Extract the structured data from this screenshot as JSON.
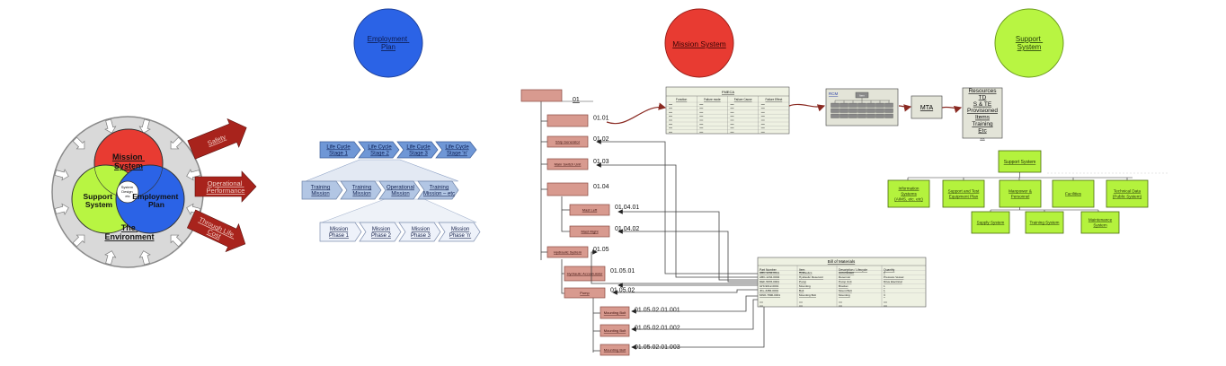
{
  "left_section": {
    "mission_system": [
      "Mission",
      "System"
    ],
    "support_system": [
      "Support",
      "System"
    ],
    "employment_plan": [
      "Employment",
      "Plan"
    ],
    "system_design": [
      "System",
      "Design",
      "etc"
    ],
    "environment": [
      "The",
      "Environment"
    ],
    "arrows": [
      {
        "lines": [
          "Safety"
        ]
      },
      {
        "lines": [
          "Operational",
          "Performance"
        ]
      },
      {
        "lines": [
          "Through Life",
          "Cost"
        ]
      }
    ]
  },
  "employment_plan": {
    "title": [
      "Employment",
      "Plan"
    ],
    "stages": [
      [
        "Life Cycle",
        "Stage 1"
      ],
      [
        "Life Cycle",
        "Stage 2"
      ],
      [
        "Life Cycle",
        "Stage 3"
      ],
      [
        "Life Cycle",
        "Stage 'n'"
      ]
    ],
    "missions": [
      [
        "Training",
        "Mission"
      ],
      [
        "Training",
        "Mission"
      ],
      [
        "Operational",
        "Mission"
      ],
      [
        "Training",
        "Mission – etc"
      ]
    ],
    "phases": [
      [
        "Mission",
        "Phase 1"
      ],
      [
        "Mission",
        "Phase 2"
      ],
      [
        "Mission",
        "Phase 3"
      ],
      [
        "Mission",
        "Phase 'n'"
      ]
    ]
  },
  "mission_system": {
    "title": "Mission System",
    "root_code": "01",
    "nodes": [
      {
        "code": "01.01",
        "text": ""
      },
      {
        "code": "01.02",
        "text": "Ship Generator"
      },
      {
        "code": "01.03",
        "text": "Main Switch Unit"
      },
      {
        "code": "01.04",
        "text": ""
      },
      {
        "code": "01.04.01",
        "text": "Mast Left"
      },
      {
        "code": "01.04.02",
        "text": "Mast Right"
      },
      {
        "code": "01.05",
        "text": "Hydraulic System"
      },
      {
        "code": "01.05.01",
        "text": "Hydraulic Accumulator"
      },
      {
        "code": "01.05.02",
        "text": "Pump"
      },
      {
        "code": "01.05.02.01.001",
        "text": "Mounting Bolt"
      },
      {
        "code": "01.05.02.01.002",
        "text": "Mounting Bolt"
      },
      {
        "code": "01.05.02.01.003",
        "text": "Mounting Bolt"
      }
    ],
    "fmeca": {
      "title": "FMECA",
      "headers": [
        "Function",
        "Failure mode",
        "Failure Cause",
        "Failure Effect"
      ]
    },
    "rcm": {
      "label": "RCM",
      "top": "Item"
    },
    "mta": "MTA",
    "resources": [
      "Resources",
      "TD",
      "S & TE",
      "Provisioned",
      "Items",
      "Training",
      "Etc",
      "..."
    ],
    "bom": {
      "title": "Bill of Materials",
      "headers": [
        "Part Number",
        "Item",
        "Description / Lifecycle",
        "Quantity"
      ],
      "rows": [
        [
          "ABC-1234-0001",
          "Hydraulics",
          "Accumulator",
          "1"
        ],
        [
          "ABC-1234-0002",
          "Hydraulic Reservoir",
          "Reservoir",
          "Pressure Vessel"
        ],
        [
          "DEF-5678-0001",
          "Pump",
          "Pump Unit",
          "Drive Electrical"
        ],
        [
          "GHI-9012-0001",
          "Mounting",
          "Bracket",
          "1"
        ],
        [
          "JKL-3456-0001",
          "Bolt",
          "Mount Bolt",
          "1"
        ],
        [
          "MNO-7890-0001",
          "Mounting Bolt",
          "Mounting",
          "3"
        ]
      ]
    }
  },
  "support_system": {
    "title": [
      "Support",
      "System"
    ],
    "root": "Support System",
    "row1": [
      [
        "Information",
        "Systems",
        "(AIMS, etc. etc)"
      ],
      [
        "Support and Test",
        "Equipment Plan"
      ],
      [
        "Manpower &",
        "Personnel"
      ],
      [
        "Facilities"
      ],
      [
        "Technical Data",
        "(Public System)"
      ]
    ],
    "row2": [
      [
        "Supply System"
      ],
      [
        "Training System"
      ],
      [
        "Maintenance",
        "System"
      ]
    ]
  },
  "colors": {
    "blue_circle": "#2b63e6",
    "red_circle": "#e83b32",
    "green_circle": "#b8f542",
    "mission_box": "#d89a8f",
    "mission_border": "#8a4a42",
    "dark_red_arrow": "#a8231c",
    "lifecycle_blue": "#6f97d6",
    "mission_light_blue": "#b2c6e4",
    "phase_pale": "#eef2fa",
    "table_bg": "#eef1e2",
    "support_green": "#b4f23d"
  }
}
